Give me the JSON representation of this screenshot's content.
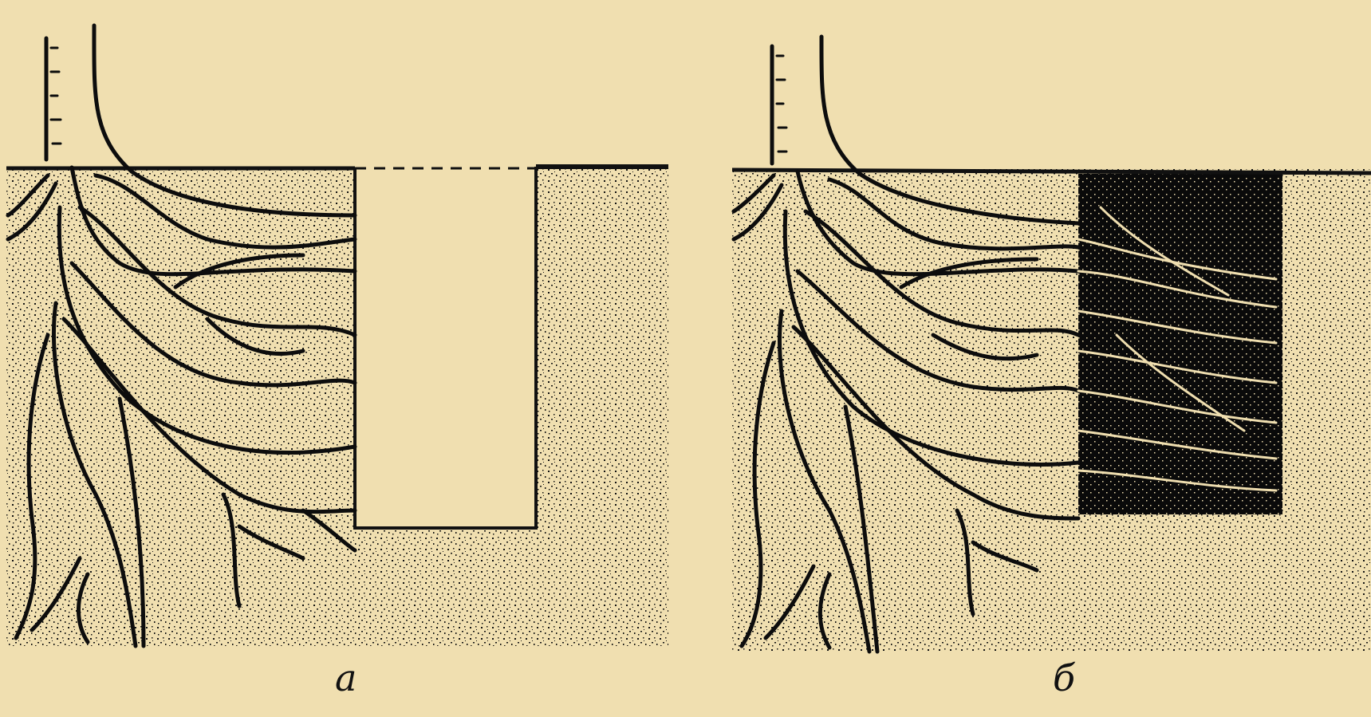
{
  "panels": [
    {
      "label": "a",
      "description_key": "soil-with-empty-trench"
    },
    {
      "label": "б",
      "description_key": "soil-with-filled-trench"
    }
  ],
  "colors": {
    "background": "#f0dfb0",
    "soil_dots": "#111111",
    "root": "#0d0d0d",
    "fertile_fill": "#0a0a0a"
  }
}
